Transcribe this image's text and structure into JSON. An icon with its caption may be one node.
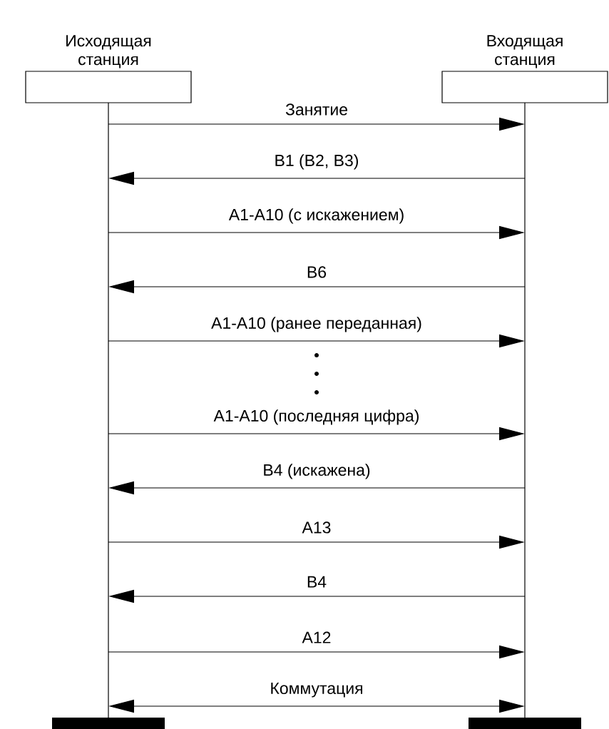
{
  "diagram": {
    "nodes": [
      {
        "text": [
          "Исходящая станция"
        ]
      },
      {
        "text": [
          "Входящая станция"
        ]
      }
    ],
    "edges": [
      {
        "from": 0,
        "to": 1,
        "arrow": "to",
        "label": "Занятие"
      },
      {
        "from": 1,
        "to": 0,
        "arrow": "to",
        "label": "B1 (B2, B3)"
      },
      {
        "from": 0,
        "to": 1,
        "arrow": "to",
        "label": "A1-A10 (с искажением)"
      },
      {
        "from": 1,
        "to": 0,
        "arrow": "to",
        "label": "B6"
      },
      {
        "from": 0,
        "to": 1,
        "arrow": "to",
        "label": "A1-A10 (ранее переданная)"
      },
      {
        "from": 0,
        "to": 1,
        "arrow": "to",
        "label": "A1-A10 (последняя цифра)"
      },
      {
        "from": 1,
        "to": 0,
        "arrow": "to",
        "label": "B4 (искажена)"
      },
      {
        "from": 0,
        "to": 1,
        "arrow": "to",
        "label": "A13"
      },
      {
        "from": 1,
        "to": 0,
        "arrow": "to",
        "label": "B4"
      },
      {
        "from": 0,
        "to": 1,
        "arrow": "to",
        "label": "A12"
      },
      {
        "from": 0,
        "to": 1,
        "arrow": "both",
        "label": "Коммутация"
      }
    ]
  }
}
